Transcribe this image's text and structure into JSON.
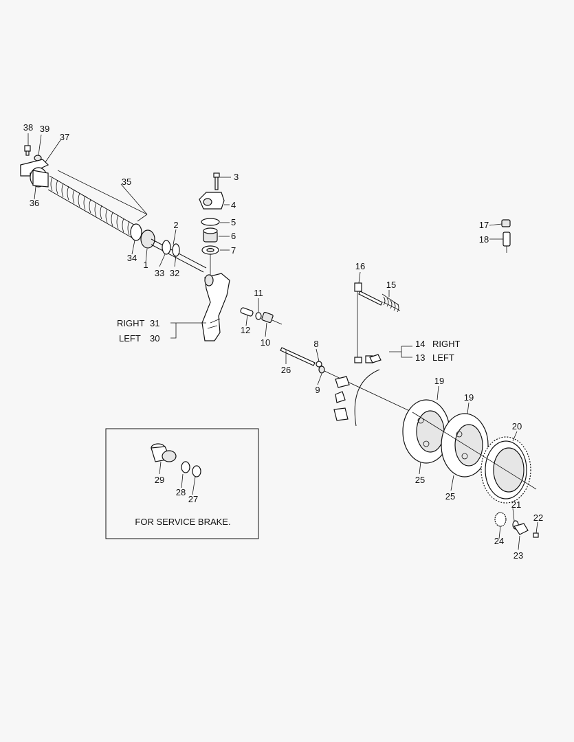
{
  "callouts": {
    "c1": "1",
    "c2": "2",
    "c3": "3",
    "c4": "4",
    "c5": "5",
    "c6": "6",
    "c7": "7",
    "c8": "8",
    "c9": "9",
    "c10": "10",
    "c11": "11",
    "c12": "12",
    "c13": "13",
    "c14": "14",
    "c15": "15",
    "c16": "16",
    "c17": "17",
    "c18": "18",
    "c19a": "19",
    "c19b": "19",
    "c20": "20",
    "c21": "21",
    "c22": "22",
    "c23": "23",
    "c24": "24",
    "c25a": "25",
    "c25b": "25",
    "c26": "26",
    "c27": "27",
    "c28": "28",
    "c29": "29",
    "c30": "30",
    "c31": "31",
    "c32": "32",
    "c33": "33",
    "c34": "34",
    "c35": "35",
    "c36": "36",
    "c37": "37",
    "c38": "38",
    "c39": "39"
  },
  "side_labels": {
    "right_31": "RIGHT",
    "left_30": "LEFT",
    "right_14": "RIGHT",
    "left_13": "LEFT"
  },
  "inset": {
    "caption": "FOR SERVICE BRAKE."
  }
}
